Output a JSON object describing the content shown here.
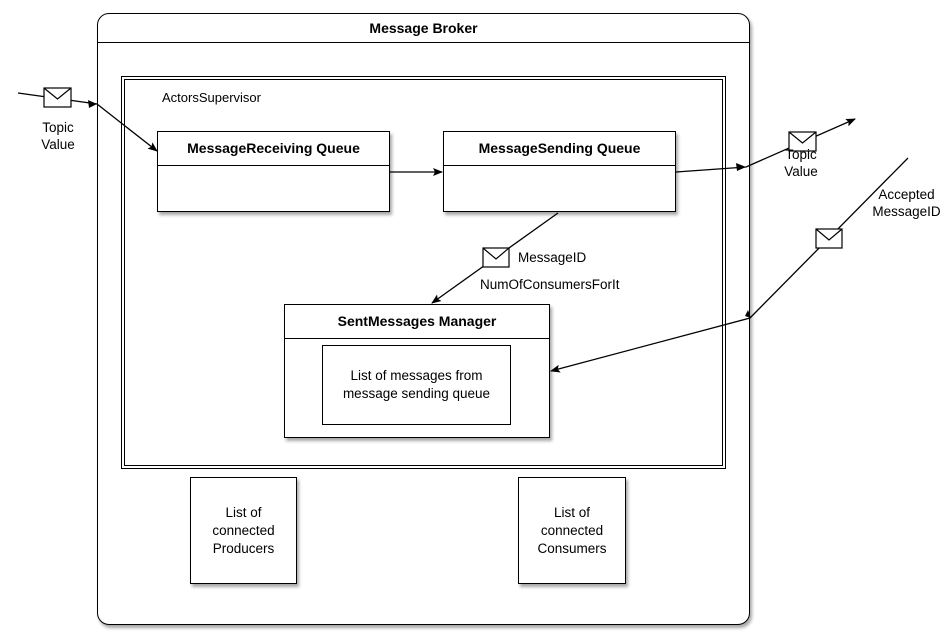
{
  "broker": {
    "title": "Message Broker"
  },
  "supervisor": {
    "label": "ActorsSupervisor"
  },
  "receiving_queue": {
    "title": "MessageReceiving Queue"
  },
  "sending_queue": {
    "title": "MessageSending Queue"
  },
  "sent_manager": {
    "title": "SentMessages Manager",
    "list_text": "List of messages from\nmessage sending queue"
  },
  "producers": {
    "text": "List of\nconnected\nProducers"
  },
  "consumers": {
    "text": "List of\nconnected\nConsumers"
  },
  "labels": {
    "incoming_topic_value": "Topic\nValue",
    "outgoing_topic_value": "Topic\nValue",
    "accepted_message_id": "Accepted\nMessageID",
    "message_id": "MessageID",
    "num_consumers": "NumOfConsumersForIt"
  }
}
